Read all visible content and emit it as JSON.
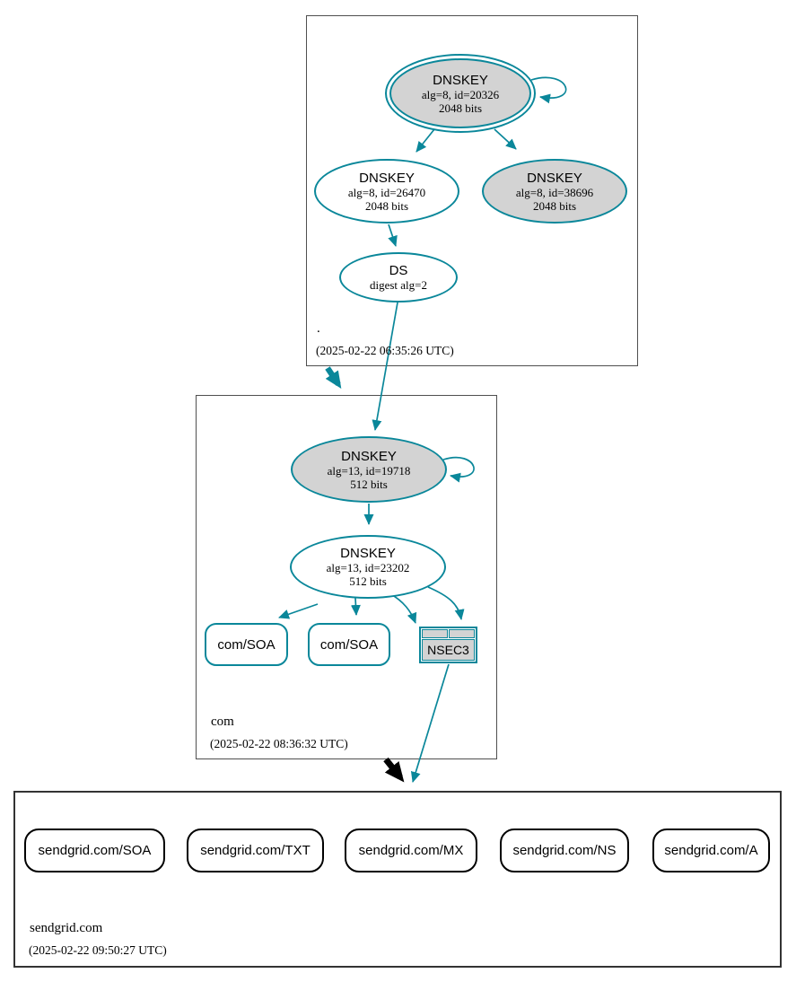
{
  "diagram": {
    "type": "dnssec-authentication-chain",
    "colors": {
      "secure_edge": "#0a879a",
      "insecure_edge": "#000000",
      "key_fill": "#d3d3d3",
      "zone_border": "#4f4f4f"
    },
    "zones": {
      "root": {
        "label": ".",
        "timestamp": "(2025-02-22 06:35:26 UTC)",
        "ksk": {
          "title": "DNSKEY",
          "detail1": "alg=8, id=20326",
          "detail2": "2048 bits"
        },
        "zsk": {
          "title": "DNSKEY",
          "detail1": "alg=8, id=26470",
          "detail2": "2048 bits"
        },
        "key2": {
          "title": "DNSKEY",
          "detail1": "alg=8, id=38696",
          "detail2": "2048 bits"
        },
        "ds": {
          "title": "DS",
          "detail1": "digest alg=2"
        }
      },
      "com": {
        "label": "com",
        "timestamp": "(2025-02-22 08:36:32 UTC)",
        "ksk": {
          "title": "DNSKEY",
          "detail1": "alg=13, id=19718",
          "detail2": "512 bits"
        },
        "zsk": {
          "title": "DNSKEY",
          "detail1": "alg=13, id=23202",
          "detail2": "512 bits"
        },
        "rrsets": [
          {
            "label": "com/SOA"
          },
          {
            "label": "com/SOA"
          }
        ],
        "nsec3": {
          "label": "NSEC3"
        }
      },
      "sendgrid": {
        "label": "sendgrid.com",
        "timestamp": "(2025-02-22 09:50:27 UTC)",
        "rrsets": [
          {
            "label": "sendgrid.com/SOA"
          },
          {
            "label": "sendgrid.com/TXT"
          },
          {
            "label": "sendgrid.com/MX"
          },
          {
            "label": "sendgrid.com/NS"
          },
          {
            "label": "sendgrid.com/A"
          }
        ]
      }
    }
  }
}
